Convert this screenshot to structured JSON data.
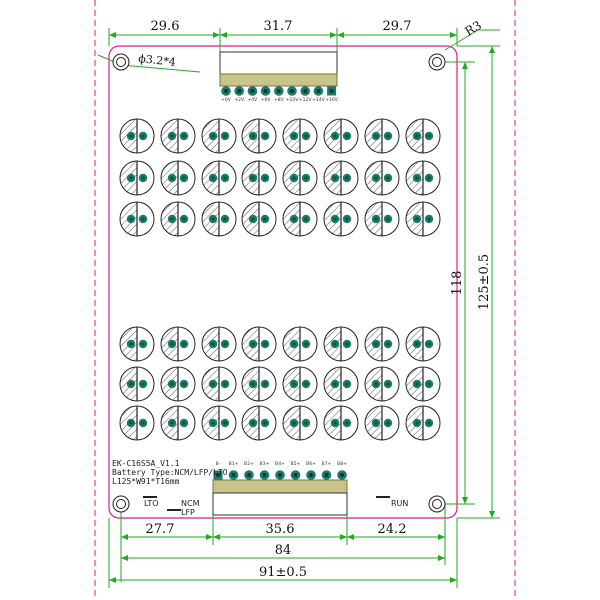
{
  "board": {
    "mounting_hole_label": "ϕ3.2*4",
    "corner_radius_label": "R3",
    "silkscreen_lines": [
      "EK-C16S5A_V1.1",
      "Battery Type:NCM/LFP/LTO",
      "L125*W91*T16mm"
    ],
    "jumper_labels": {
      "lto": "LTO",
      "ncm": "NCM",
      "lfp": "LFP"
    },
    "run_label": "RUN",
    "top_pin_labels": [
      "+0V",
      "+2V",
      "+4V",
      "+6V",
      "+8V",
      "+10V",
      "+12V",
      "+14V",
      "+16V"
    ],
    "bottom_pin_labels": [
      "B-",
      "B1+",
      "B2+",
      "B3+",
      "B4+",
      "B5+",
      "B6+",
      "B7+",
      "B8+"
    ]
  },
  "dimensions": {
    "top": [
      "29.6",
      "31.7",
      "29.7"
    ],
    "bottom_segments": [
      "27.7",
      "35.6",
      "24.2"
    ],
    "hole_spacing_width": "84",
    "overall_width": "91±0.5",
    "hole_spacing_height": "118",
    "overall_height": "125±0.5"
  },
  "colors": {
    "board_outline": "#e8178a",
    "dimension_line": "#22aa22",
    "connector_body": "#c9c48a",
    "pad": "#1a7a6e",
    "pad_center": "#0e5a30"
  }
}
